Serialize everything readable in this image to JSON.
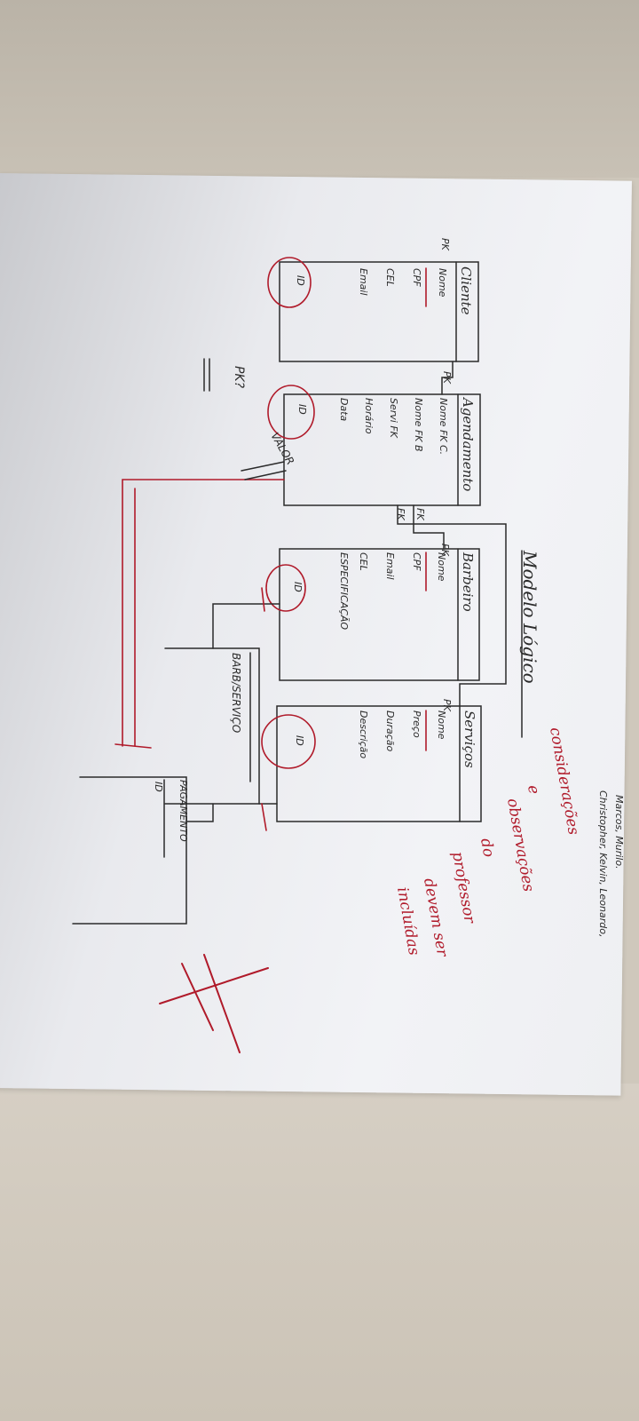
{
  "header_names_line1": "Christopher, Kelvin, Leonardo,",
  "header_names_line2": "Marcos, Murilo.",
  "title": "Modelo Lógico",
  "pk_question": "PK?",
  "tables": {
    "cliente": {
      "name": "Cliente",
      "fields": [
        "Nome",
        "CPF",
        "CEL",
        "Email"
      ],
      "pk_label": "PK",
      "id_label": "ID"
    },
    "agendamento": {
      "name": "Agendamento",
      "fields": [
        "Nome FK C.",
        "Nome FK B",
        "Servi FK",
        "Horário",
        "Data"
      ],
      "pk_label": "PK",
      "id_label": "ID",
      "fk_label_1": "FK",
      "fk_label_2": "FK"
    },
    "barbeiro": {
      "name": "Barbeiro",
      "fields": [
        "Nome",
        "CPF",
        "Email",
        "CEL",
        "ESPECIFICAÇÃO"
      ],
      "pk_label": "PK",
      "id_label": "ID"
    },
    "servicos": {
      "name": "Serviços",
      "fields": [
        "Nome",
        "Preço",
        "Duração",
        "Descrição"
      ],
      "pk_label": "PK",
      "id_label": "ID"
    },
    "barb_servico": {
      "name": "BARB/SERVIÇO"
    },
    "pagamento": {
      "name": "PAGAMENTO",
      "field": "ID"
    }
  },
  "valor_label": "VALOR",
  "teacher_note": [
    "considerações",
    "e",
    "observações",
    "do",
    "professor",
    "devem ser",
    "incluídas"
  ],
  "colors": {
    "ink": "#2b2b2b",
    "red_pen": "#b01a2a",
    "paper": "#eeeff2"
  }
}
